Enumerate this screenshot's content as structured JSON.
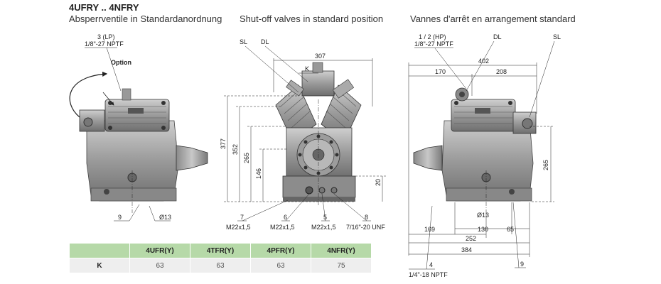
{
  "header": {
    "series": "4UFRY .. 4NFRY",
    "title_de": "Absperrventile in Standardanordnung",
    "title_en": "Shut-off valves in standard position",
    "title_fr": "Vannes d'arrêt en arrangement standard"
  },
  "left_view": {
    "conn_3": "3 (LP)",
    "conn_3_thread": "1/8\"-27 NPTF",
    "option": "Option",
    "item_9": "9",
    "dia_13": "Ø13"
  },
  "front_view": {
    "sl": "SL",
    "dl": "DL",
    "k": "K",
    "dim_307": "307",
    "dim_377": "377",
    "dim_352": "352",
    "dim_265": "265",
    "dim_146": "146",
    "dim_20": "20",
    "item_7": "7",
    "item_7_thread": "M22x1,5",
    "item_6": "6",
    "item_6_thread": "M22x1,5",
    "item_5": "5",
    "item_5_thread": "M22x1,5",
    "item_8": "8",
    "item_8_thread": "7/16\"-20 UNF"
  },
  "right_view": {
    "conn_12": "1 / 2 (HP)",
    "conn_12_thread": "1/8\"-27 NPTF",
    "dl": "DL",
    "sl": "SL",
    "dim_402": "402",
    "dim_170": "170",
    "dim_208": "208",
    "dim_265": "265",
    "dim_169": "169",
    "dia_13": "Ø13",
    "dim_130": "130",
    "dim_65": "65",
    "dim_252": "252",
    "dim_384": "384",
    "item_4": "4",
    "item_4_thread": "1/4\"-18 NPTF",
    "item_9": "9"
  },
  "table": {
    "headers": [
      "4UFR(Y)",
      "4TFR(Y)",
      "4PFR(Y)",
      "4NFR(Y)"
    ],
    "row_label": "K",
    "values": [
      "63",
      "63",
      "63",
      "75"
    ],
    "header_color": "#b6d9a8",
    "cell_color": "#eeeeee"
  }
}
